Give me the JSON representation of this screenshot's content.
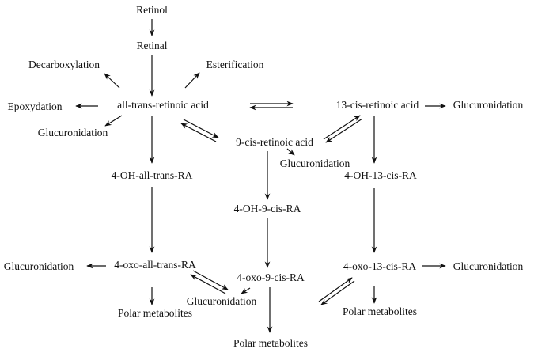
{
  "nodes": {
    "retinol": "Retinol",
    "retinal": "Retinal",
    "decarboxylation": "Decarboxylation",
    "esterification": "Esterification",
    "atra": "all-trans-retinoic acid",
    "epoxydation": "Epoxydation",
    "gluc_atra": "Glucuronidation",
    "cis13": "13-cis-retinoic acid",
    "gluc_13cis": "Glucuronidation",
    "cis9": "9-cis-retinoic acid",
    "gluc_9cis": "Glucuronidation",
    "oh_atra": "4-OH-all-trans-RA",
    "oh_13cis": "4-OH-13-cis-RA",
    "oh_9cis": "4-OH-9-cis-RA",
    "gluc_oxo_atra": "Glucuronidation",
    "oxo_atra": "4-oxo-all-trans-RA",
    "oxo_13cis": "4-oxo-13-cis-RA",
    "gluc_oxo_13cis": "Glucuronidation",
    "oxo_9cis": "4-oxo-9-cis-RA",
    "gluc_oxo_9cis": "Glucuronidation",
    "polar_atra": "Polar metabolites",
    "polar_13cis": "Polar metabolites",
    "polar_9cis": "Polar metabolites"
  }
}
